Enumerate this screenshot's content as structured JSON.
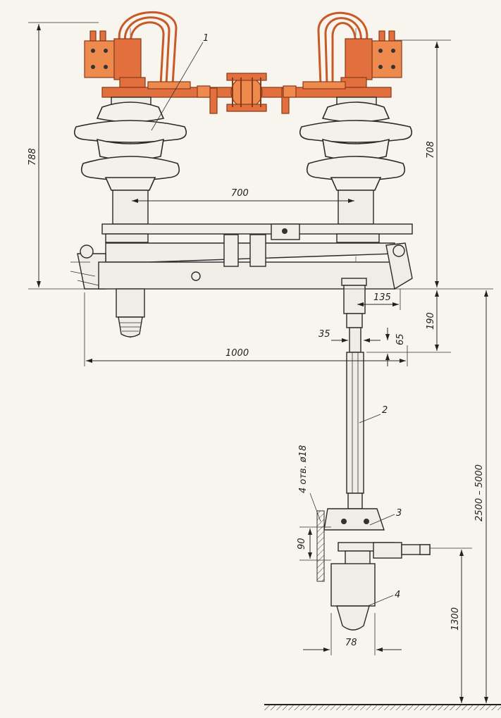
{
  "labels": {
    "part1": "1",
    "part2": "2",
    "part3": "3",
    "part4": "4"
  },
  "dimensions": {
    "d788": "788",
    "d708": "708",
    "d700": "700",
    "d135": "135",
    "d190": "190",
    "d35": "35",
    "d65": "65",
    "d1000": "1000",
    "d2500_5000": "2500 – 5000",
    "d4holes": "4 отв. ø18",
    "d90": "90",
    "d1300": "1300",
    "d78": "78"
  },
  "colors": {
    "contact_orange": "#e2703e",
    "paper": "#f7f5ee",
    "line": "#2a2a2a"
  }
}
